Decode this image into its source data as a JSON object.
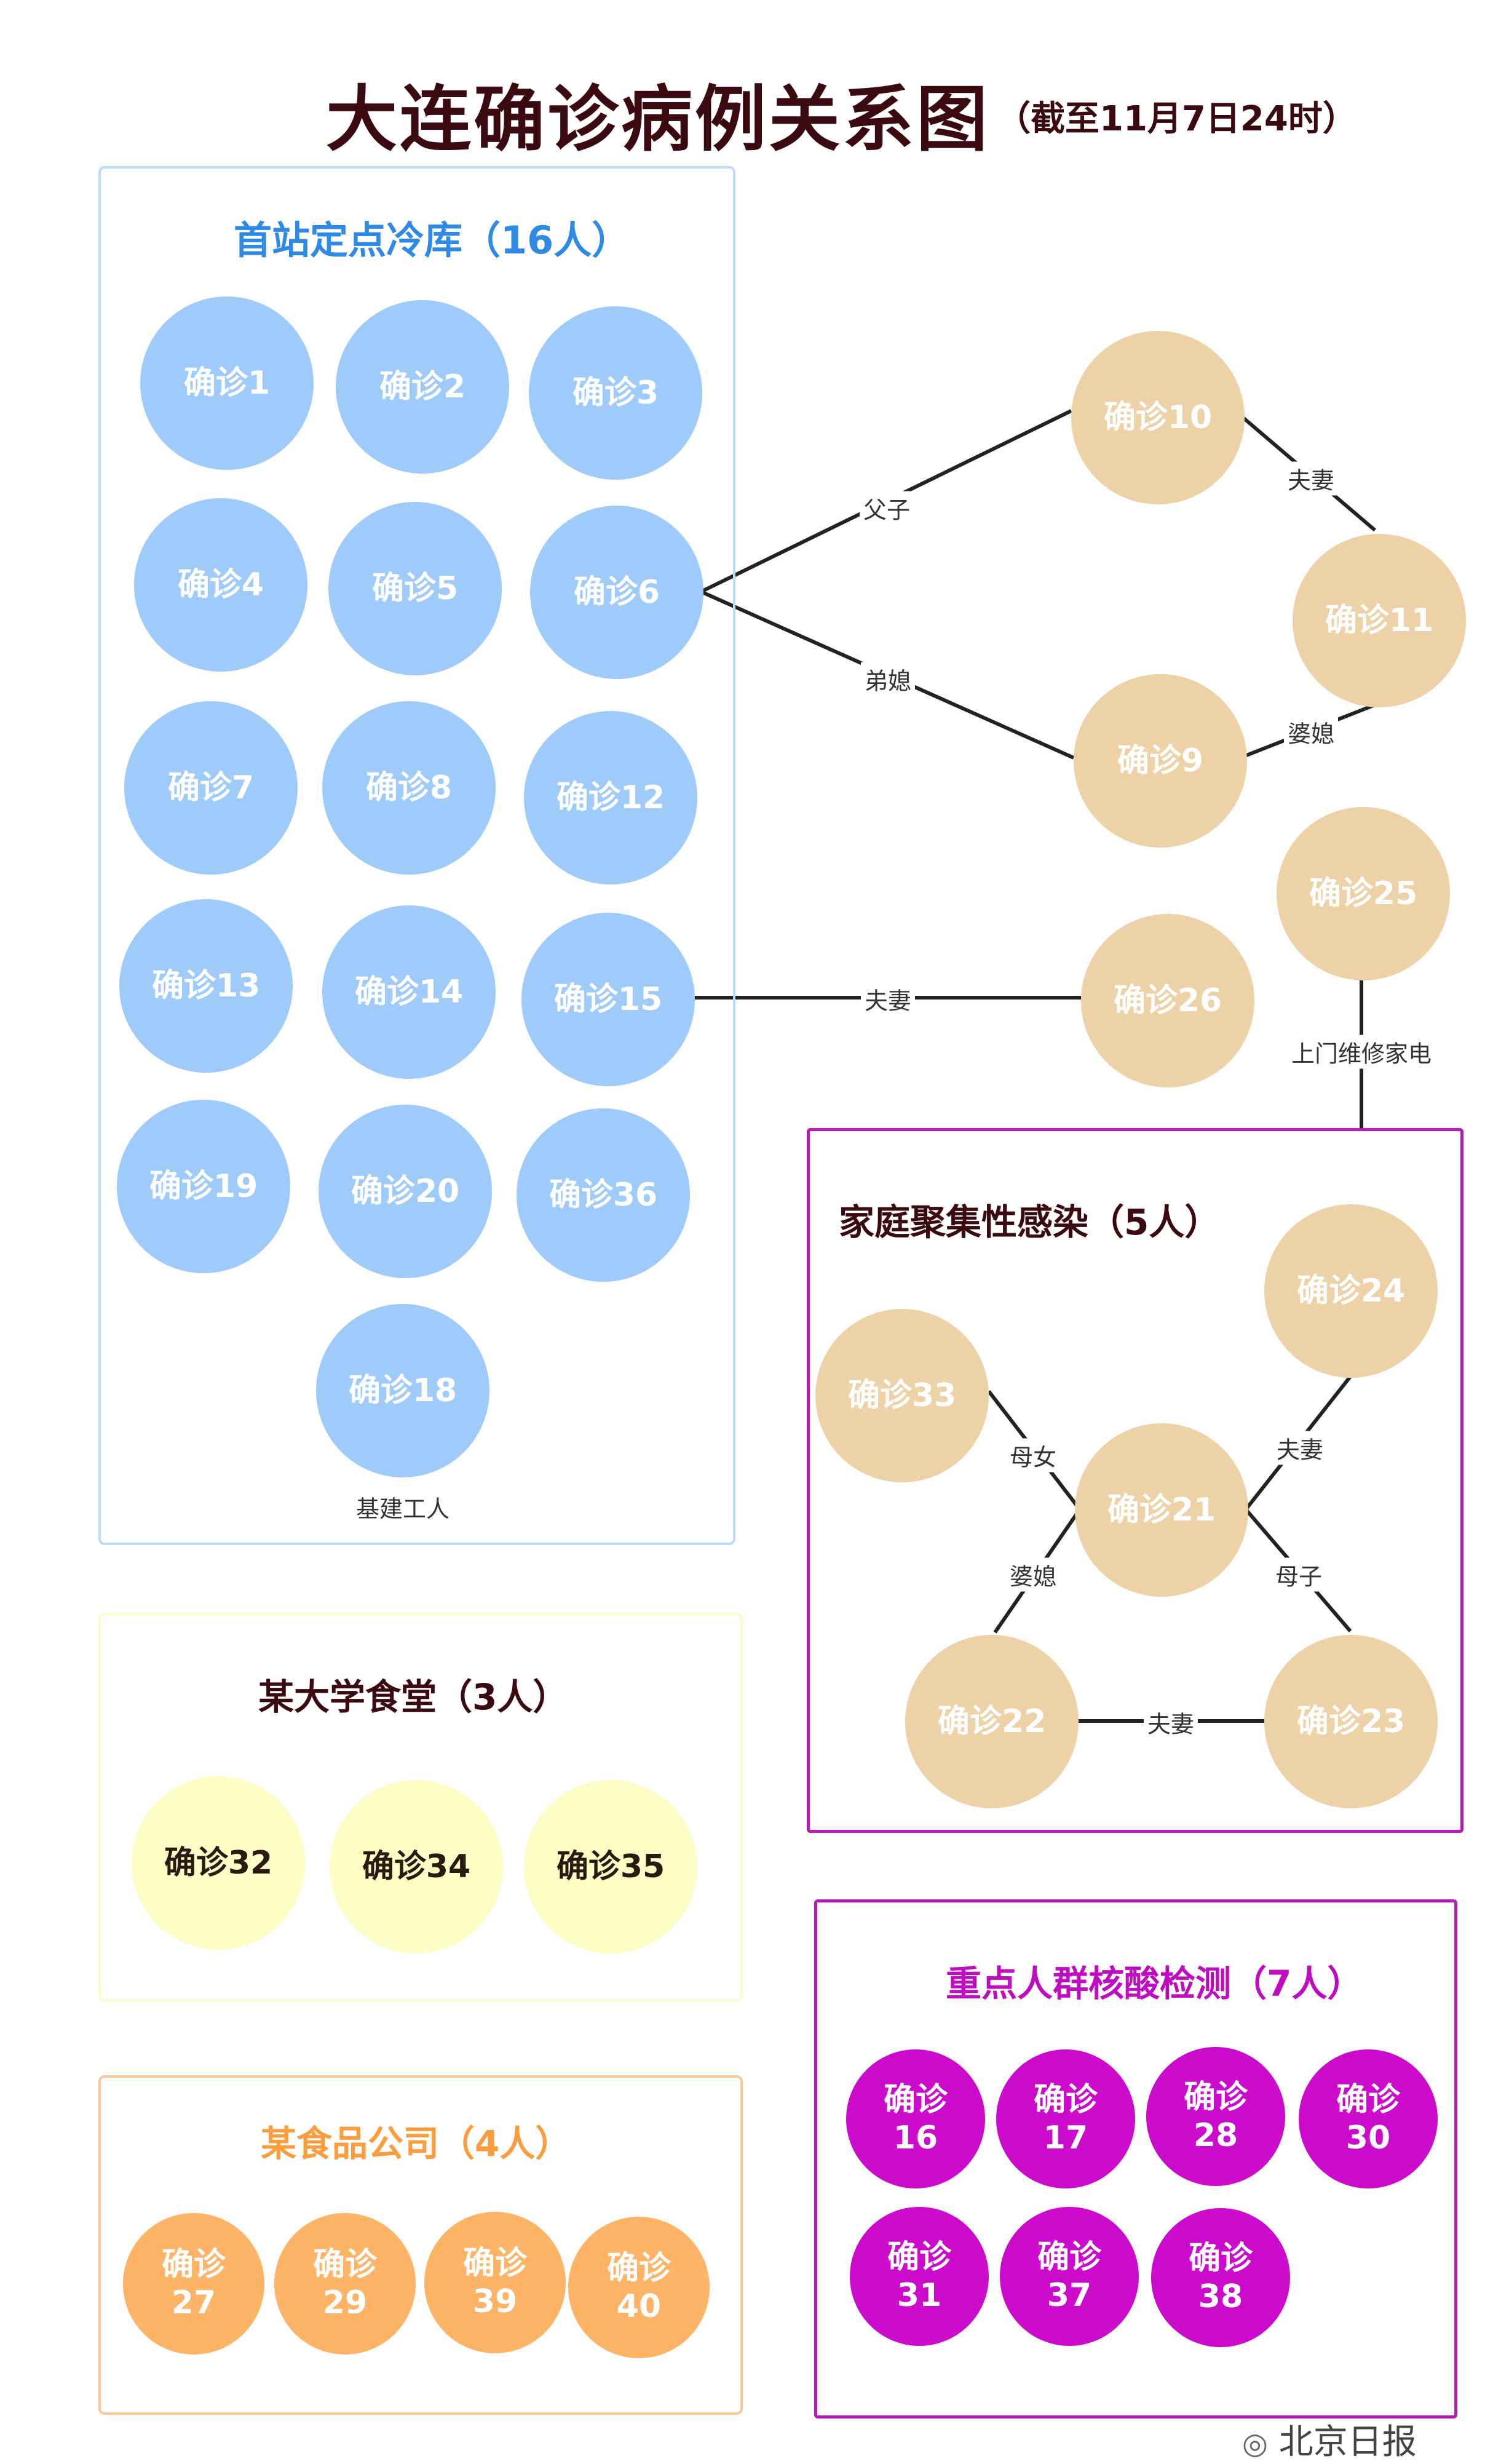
{
  "title": "大连确诊病例关系图",
  "subtitle": "（截至11月7日24时）",
  "colors": {
    "blue": "#9fcbfb",
    "tan": "#edd2a7",
    "yellow": "#fdfdc6",
    "orange": "#fdb466",
    "magenta": "#cc0acc"
  },
  "groups": {
    "cold_storage": {
      "title": "首站定点冷库（16人）",
      "note": "基建工人",
      "nodes": [
        "确诊1",
        "确诊2",
        "确诊3",
        "确诊4",
        "确诊5",
        "确诊6",
        "确诊7",
        "确诊8",
        "确诊12",
        "确诊13",
        "确诊14",
        "确诊15",
        "确诊19",
        "确诊20",
        "确诊36",
        "确诊18"
      ]
    },
    "family": {
      "title": "家庭聚集性感染（5人）",
      "nodes": [
        "确诊33",
        "确诊24",
        "确诊21",
        "确诊22",
        "确诊23"
      ]
    },
    "canteen": {
      "title": "某大学食堂（3人）",
      "nodes": [
        "确诊32",
        "确诊34",
        "确诊35"
      ]
    },
    "food_company": {
      "title": "某食品公司（4人）",
      "nodes": [
        "确诊\n27",
        "确诊\n29",
        "确诊\n39",
        "确诊\n40"
      ]
    },
    "screening": {
      "title": "重点人群核酸检测（7人）",
      "nodes": [
        "确诊\n16",
        "确诊\n17",
        "确诊\n28",
        "确诊\n30",
        "确诊\n31",
        "确诊\n37",
        "确诊\n38"
      ]
    }
  },
  "outside_nodes": [
    "确诊10",
    "确诊11",
    "确诊9",
    "确诊25",
    "确诊26"
  ],
  "relations": [
    {
      "from": "确诊6",
      "to": "确诊10",
      "label": "父子"
    },
    {
      "from": "确诊6",
      "to": "确诊9",
      "label": "弟媳"
    },
    {
      "from": "确诊10",
      "to": "确诊11",
      "label": "夫妻"
    },
    {
      "from": "确诊9",
      "to": "确诊11",
      "label": "婆媳"
    },
    {
      "from": "确诊15",
      "to": "确诊26",
      "label": "夫妻"
    },
    {
      "from": "确诊25",
      "to": "家庭聚集性感染",
      "label": "上门维修家电"
    },
    {
      "from": "确诊33",
      "to": "确诊21",
      "label": "母女"
    },
    {
      "from": "确诊24",
      "to": "确诊21",
      "label": "夫妻"
    },
    {
      "from": "确诊22",
      "to": "确诊21",
      "label": "婆媳"
    },
    {
      "from": "确诊23",
      "to": "确诊21",
      "label": "母子"
    },
    {
      "from": "确诊22",
      "to": "确诊23",
      "label": "夫妻"
    }
  ],
  "footer": "北京日报"
}
